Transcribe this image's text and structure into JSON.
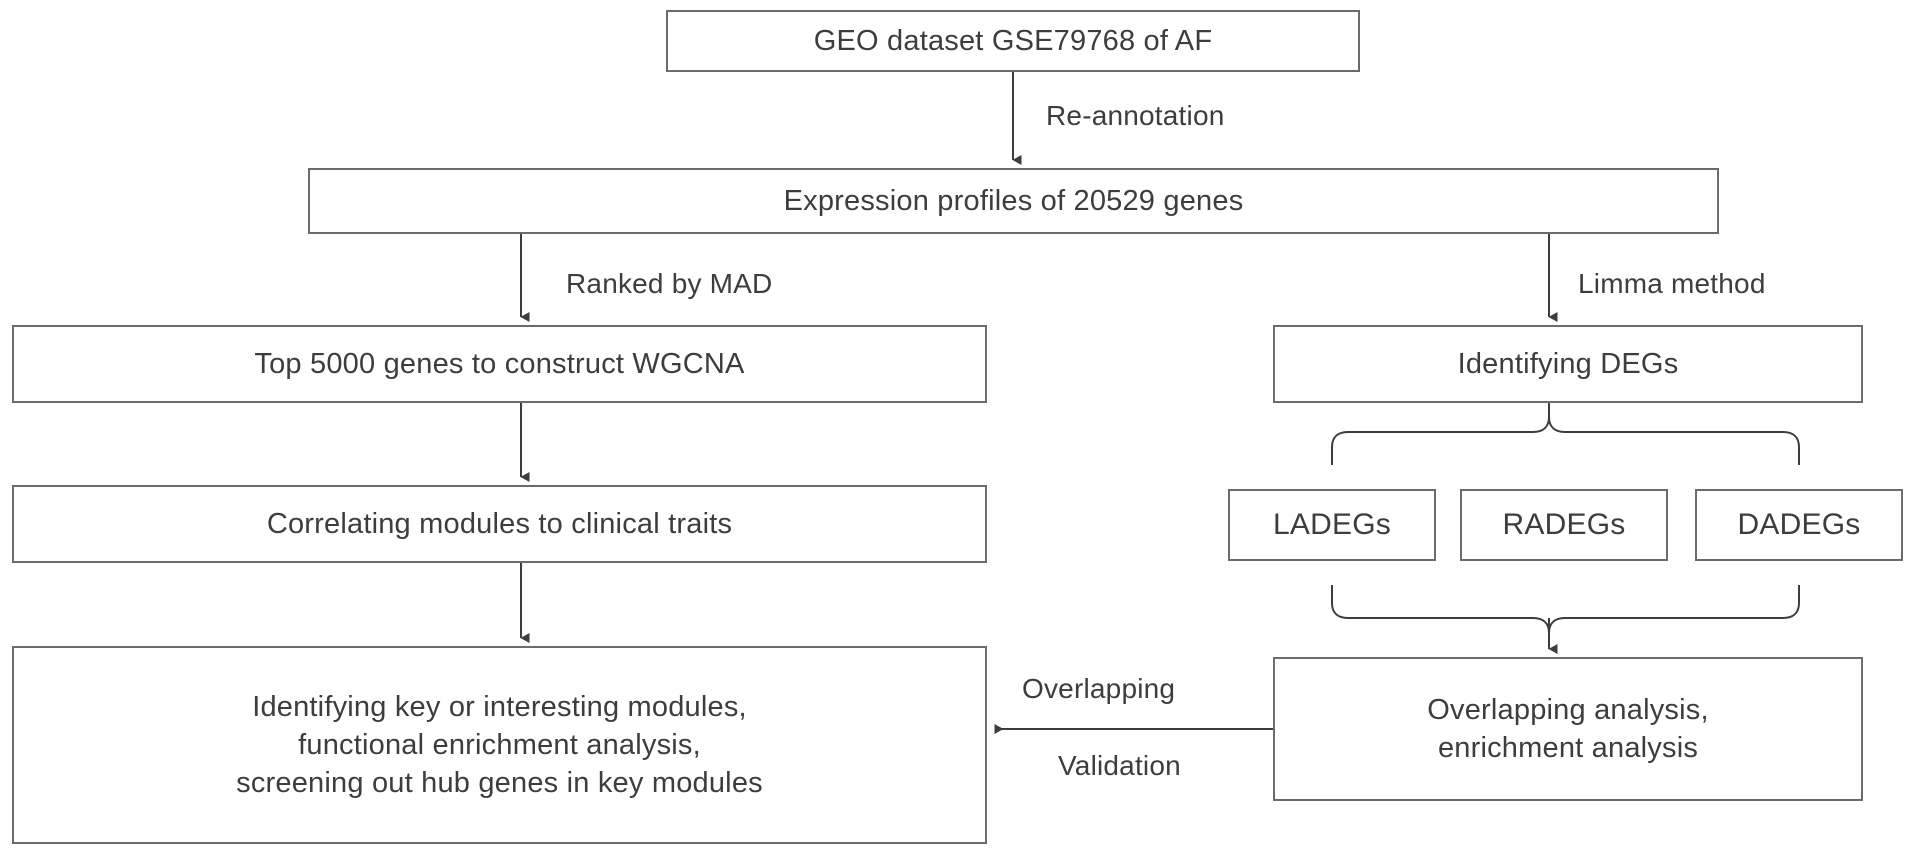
{
  "diagram": {
    "title": "Study workflow flowchart",
    "stroke_color": "#6b6b6b",
    "text_color": "#3d3d3d",
    "background_color": "#ffffff",
    "nodes": {
      "geo_dataset": "GEO dataset GSE79768 of AF",
      "expression_profiles": "Expression profiles of 20529 genes",
      "wgcna": "Top 5000 genes to construct WGCNA",
      "identifying_degs": "Identifying DEGs",
      "correlating_modules": "Correlating modules to clinical traits",
      "ladegs": "LADEGs",
      "radegs": "RADEGs",
      "dadegs": "DADEGs",
      "final_modules": "Identifying key or interesting modules,\nfunctional enrichment analysis,\nscreening out hub genes in key modules",
      "overlapping_analysis": "Overlapping analysis,\nenrichment analysis"
    },
    "edge_labels": {
      "reannotation": "Re-annotation",
      "ranked_by_mad": "Ranked by MAD",
      "limma_method": "Limma method",
      "overlapping": "Overlapping",
      "validation": "Validation"
    }
  }
}
